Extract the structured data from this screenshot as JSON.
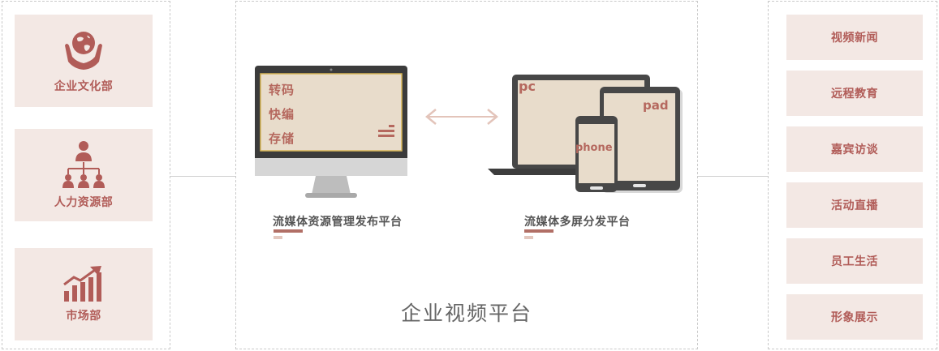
{
  "departments": [
    {
      "label": "企业文化部",
      "icon": "globe-hands-icon"
    },
    {
      "label": "人力资源部",
      "icon": "org-chart-icon"
    },
    {
      "label": "市场部",
      "icon": "growth-chart-icon"
    }
  ],
  "center": {
    "monitor_items": [
      "转码",
      "快编",
      "存储"
    ],
    "device_labels": {
      "pc": "pc",
      "pad": "pad",
      "phone": "phone"
    },
    "left_caption": "流媒体资源管理发布平台",
    "right_caption": "流媒体多屏分发平台",
    "platform_title": "企业视频平台"
  },
  "applications": [
    "视频新闻",
    "远程教育",
    "嘉宾访谈",
    "活动直播",
    "员工生活",
    "形象展示"
  ],
  "colors": {
    "accent": "#b15c58",
    "card_bg": "#f3e8e4",
    "screen_bg": "#e8dccb",
    "device_dark": "#474747"
  }
}
